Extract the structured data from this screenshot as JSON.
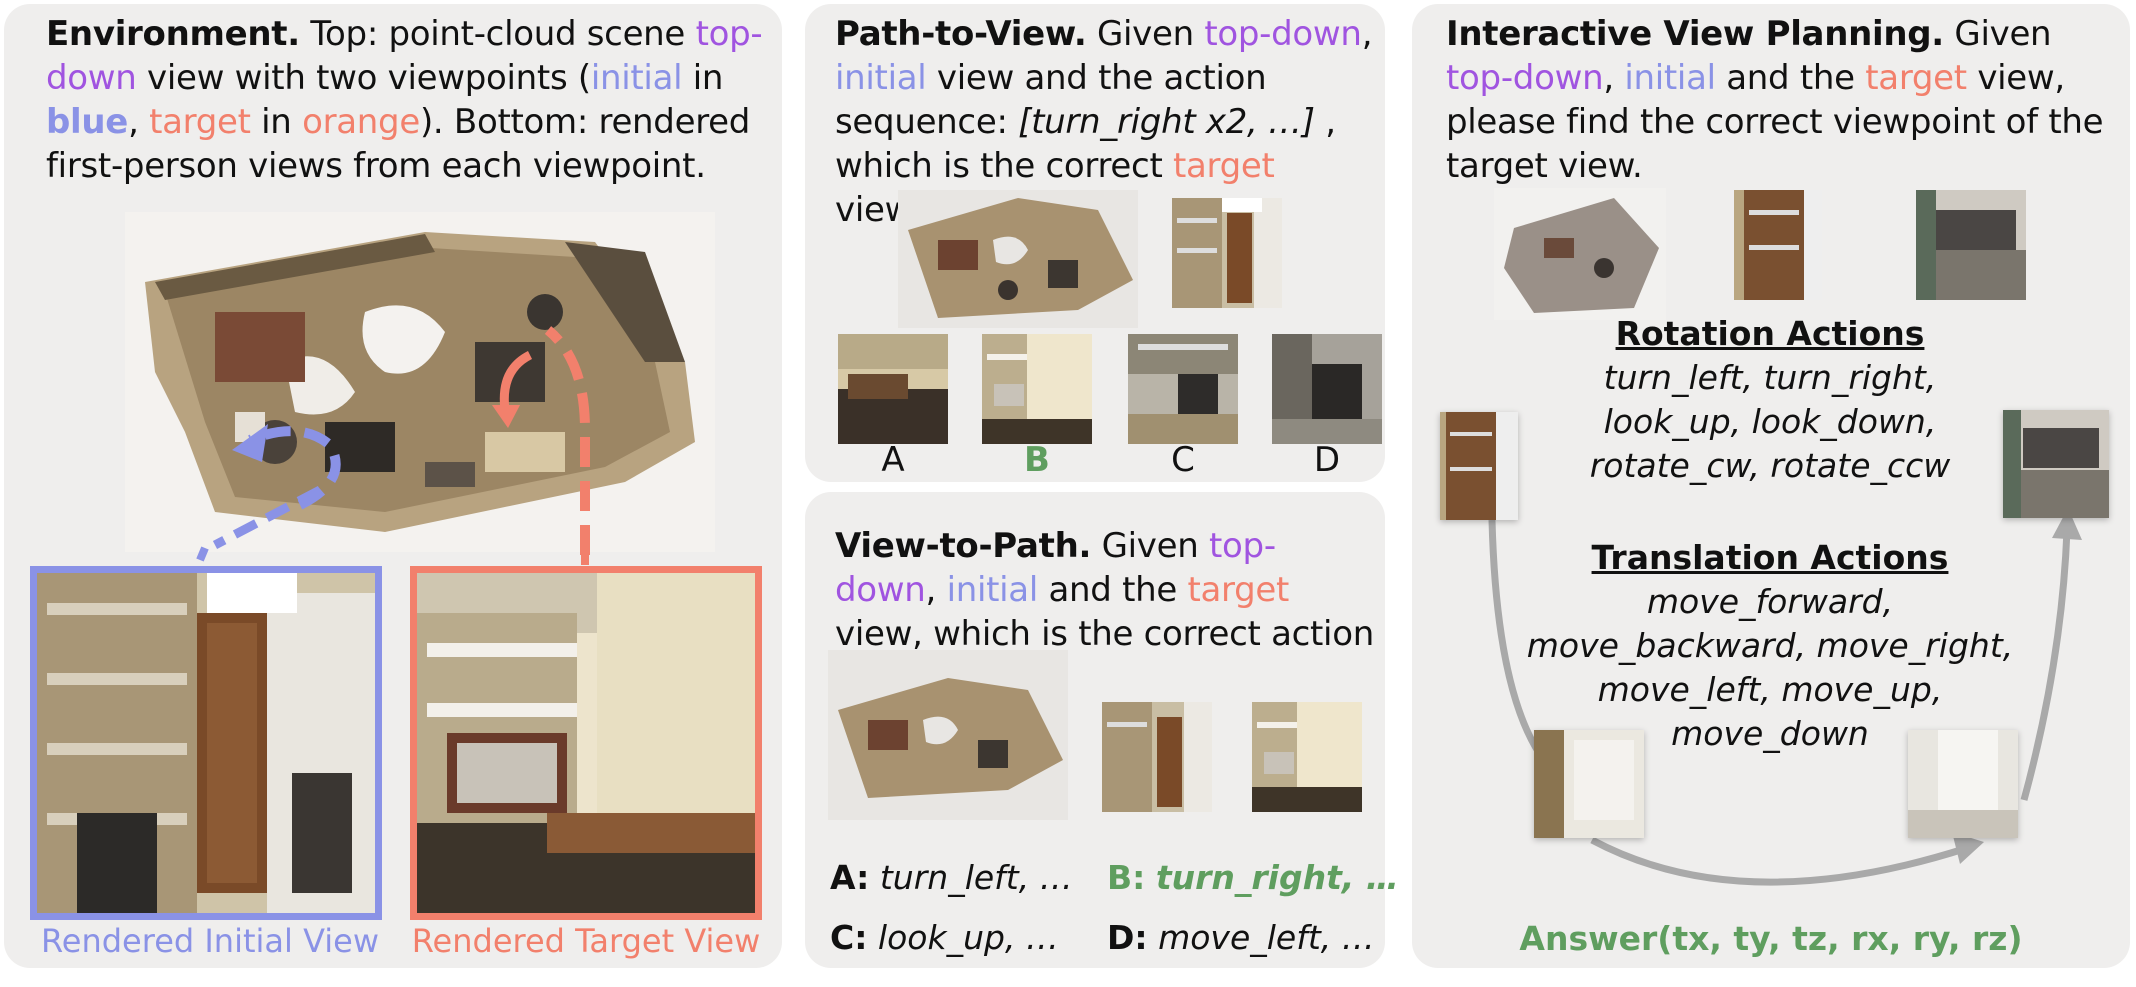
{
  "environment": {
    "title": "Environment.",
    "text_1": "Top: point-cloud scene ",
    "top_down": "top-down",
    "text_2": " view with two viewpoints (",
    "initial": "initial",
    "text_3": " in ",
    "blue": "blue",
    "comma": ", ",
    "target": "target",
    "text_4": " in ",
    "orange": "orange",
    "text_5": "). Bottom: rendered first-person views from each viewpoint.",
    "caption_initial": "Rendered Initial View",
    "caption_target": "Rendered Target View",
    "colors": {
      "initial": "#8a92e6",
      "target": "#f2806c",
      "purple": "#a054e0"
    }
  },
  "path_to_view": {
    "title": "Path-to-View.",
    "text_1": " Given ",
    "top_down": "top-down",
    "comma": ",",
    "initial": "initial",
    "text_2": " view and the action sequence: ",
    "sequence": "[turn_right x2, …]",
    "text_3": " , which is the correct ",
    "target": "target",
    "text_4": " view?",
    "options": [
      "A",
      "B",
      "C",
      "D"
    ],
    "correct": "B"
  },
  "view_to_path": {
    "title": "View-to-Path.",
    "text_1": " Given ",
    "top_down": "top-down",
    "comma": ",",
    "initial": "initial",
    "text_2": " and the ",
    "target": "target",
    "text_3": " view, which is the correct action sequence?",
    "option_a_label": "A:",
    "option_a_value": "turn_left, …",
    "option_b_label": "B:",
    "option_b_value": "turn_right, …",
    "option_c_label": "C:",
    "option_c_value": "look_up, …",
    "option_d_label": "D:",
    "option_d_value": "move_left, …"
  },
  "interactive": {
    "title": "Interactive View Planning.",
    "text_1": " Given ",
    "top_down": "top-down",
    "comma": ", ",
    "initial": "initial",
    "text_2": " and the ",
    "target": "target",
    "text_3": " view, please find the correct viewpoint of the target view.",
    "rotation_heading": "Rotation Actions",
    "rotation_lines": [
      "turn_left, turn_right,",
      "look_up, look_down,",
      "rotate_cw, rotate_ccw"
    ],
    "translation_heading": "Translation Actions",
    "translation_lines": [
      "move_forward,",
      "move_backward, move_right,",
      "move_left, move_up,",
      "move_down"
    ],
    "answer": "Answer(tx, ty, tz, rx, ry, rz)"
  }
}
